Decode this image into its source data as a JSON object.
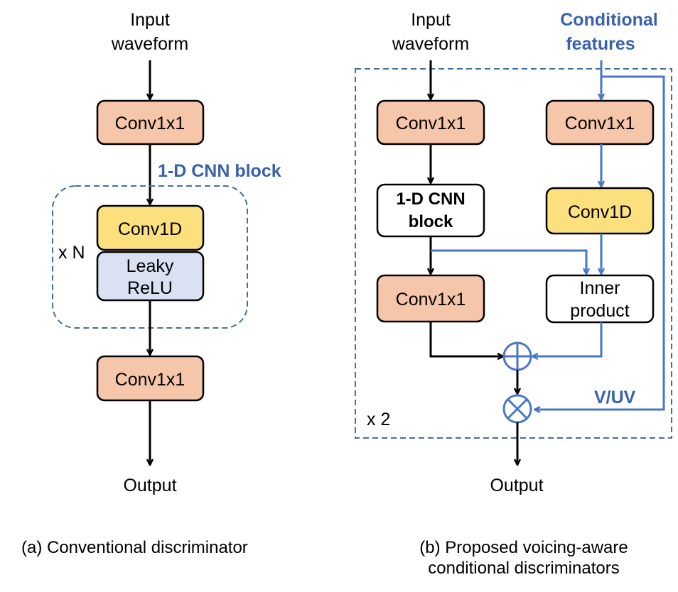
{
  "panel_a": {
    "input_line1": "Input",
    "input_line2": "waveform",
    "conv_top": "Conv1x1",
    "block_label": "1-D CNN block",
    "conv1d": "Conv1D",
    "leaky_line1": "Leaky",
    "leaky_line2": "ReLU",
    "repeat": "x N",
    "conv_bottom": "Conv1x1",
    "output": "Output",
    "caption": "(a) Conventional discriminator"
  },
  "panel_b": {
    "input_line1": "Input",
    "input_line2": "waveform",
    "cond_line1": "Conditional",
    "cond_line2": "features",
    "conv_left_top": "Conv1x1",
    "cnn_line1": "1-D CNN",
    "cnn_line2": "block",
    "conv_left_bottom": "Conv1x1",
    "conv_right_top": "Conv1x1",
    "conv1d": "Conv1D",
    "inner_line1": "Inner",
    "inner_line2": "product",
    "plus_symbol": "⊕",
    "times_symbol": "⊗",
    "vuv": "V/UV",
    "repeat": "x 2",
    "output": "Output",
    "caption_line1": "(b) Proposed voicing-aware",
    "caption_line2": "conditional discriminators"
  },
  "colors": {
    "conv1x1_fill": "#f5c6a9",
    "conv1d_fill": "#fde07e",
    "leaky_fill": "#d9e1f2",
    "accent_blue": "#3a62a8",
    "dashed_border": "#41709c"
  }
}
